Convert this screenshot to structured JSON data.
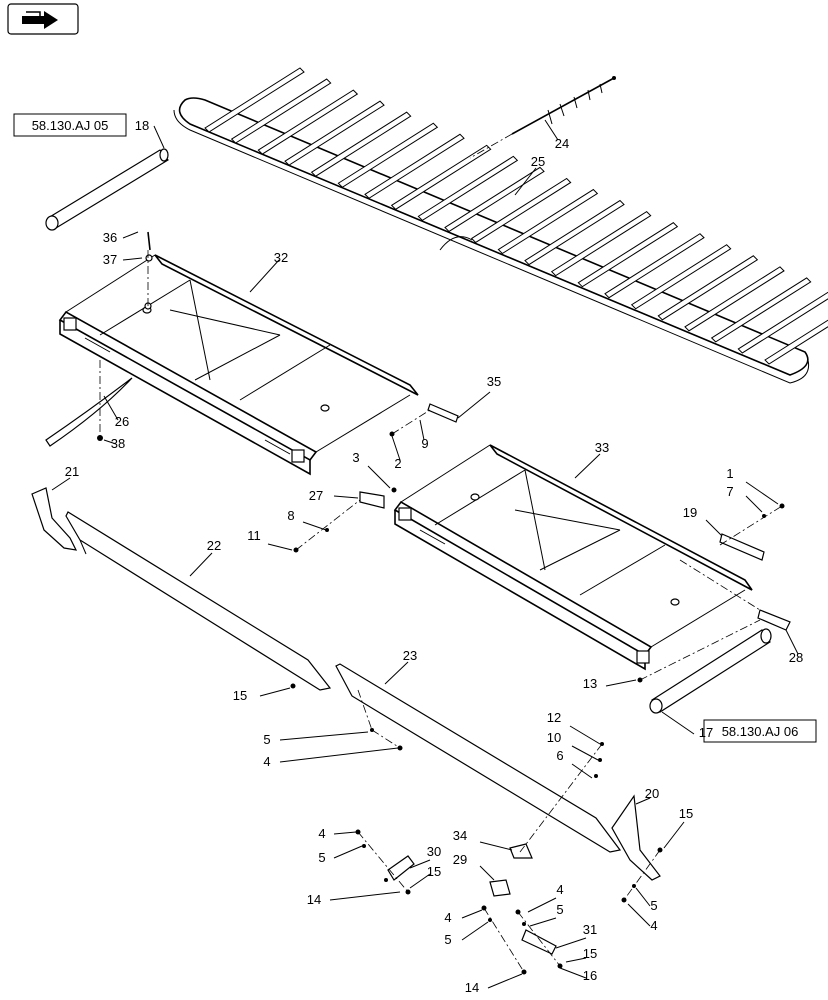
{
  "nav_icon": "arrow-right-icon",
  "references": [
    "58.130.AJ 05",
    "58.130.AJ 06"
  ],
  "callouts": {
    "c1": "1",
    "c2": "2",
    "c3": "3",
    "c4a": "4",
    "c4b": "4",
    "c4c": "4",
    "c4d": "4",
    "c4e": "4",
    "c5a": "5",
    "c5b": "5",
    "c5c": "5",
    "c5d": "5",
    "c5e": "5",
    "c6": "6",
    "c7": "7",
    "c8": "8",
    "c9": "9",
    "c10": "10",
    "c11": "11",
    "c12": "12",
    "c13": "13",
    "c14a": "14",
    "c14b": "14",
    "c15a": "15",
    "c15b": "15",
    "c15c": "15",
    "c15d": "15",
    "c16": "16",
    "c17": "17",
    "c18": "18",
    "c19": "19",
    "c20": "20",
    "c21": "21",
    "c22": "22",
    "c23": "23",
    "c24": "24",
    "c25": "25",
    "c26": "26",
    "c27": "27",
    "c28": "28",
    "c29": "29",
    "c30": "30",
    "c31": "31",
    "c32": "32",
    "c33": "33",
    "c34": "34",
    "c35": "35",
    "c36": "36",
    "c37": "37",
    "c38": "38"
  }
}
